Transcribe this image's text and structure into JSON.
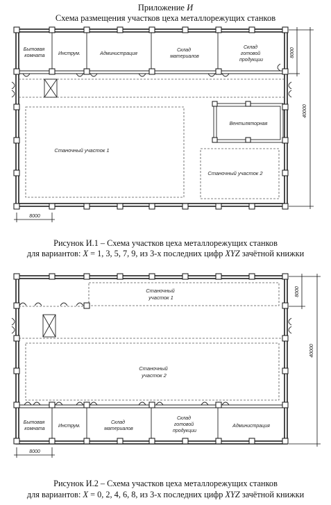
{
  "appendix": {
    "prefix": "Приложение",
    "letter": "И"
  },
  "main_title": "Схема размещения участков цеха металлорежущих станков",
  "figure1": {
    "rooms": {
      "lockers": [
        "Бытовая",
        "комната"
      ],
      "tools": "Инструм.",
      "admin": "Администрация",
      "materials": [
        "Склад",
        "материалов"
      ],
      "products": [
        "Склад",
        "готовой",
        "продукции"
      ]
    },
    "ventilation": "Вентиляторная",
    "section1": "Станочный участок 1",
    "section2": "Станочный участок 2",
    "dim_bay": "8000",
    "dim_height": "40000",
    "dim_width": "8000",
    "caption_title": "Рисунок И.1 – Схема участков цеха металлорежущих станков",
    "caption_prefix": "для вариантов: ",
    "caption_var": "X",
    "caption_values": " = 1, 3, 5, 7, 9, из 3-х последних цифр ",
    "caption_code": "XYZ",
    "caption_suffix": " зачётной книжки"
  },
  "figure2": {
    "section1": [
      "Станочный",
      "участок 1"
    ],
    "section2": [
      "Станочный",
      "участок 2"
    ],
    "rooms": {
      "lockers": [
        "Бытовая",
        "комната"
      ],
      "tools": "Инструм.",
      "materials": [
        "Склад",
        "материалов"
      ],
      "products": [
        "Склад",
        "готовой",
        "продукции"
      ],
      "admin": "Администрация"
    },
    "dim_bay": "8000",
    "dim_height": "40000",
    "dim_width": "8000",
    "caption_title": "Рисунок И.2 – Схема участков цеха металлорежущих станков",
    "caption_prefix": "для вариантов: ",
    "caption_var": "X",
    "caption_values": " = 0, 2, 4, 6, 8, из 3-х последних цифр ",
    "caption_code": "XYZ",
    "caption_suffix": " зачётной книжки"
  }
}
